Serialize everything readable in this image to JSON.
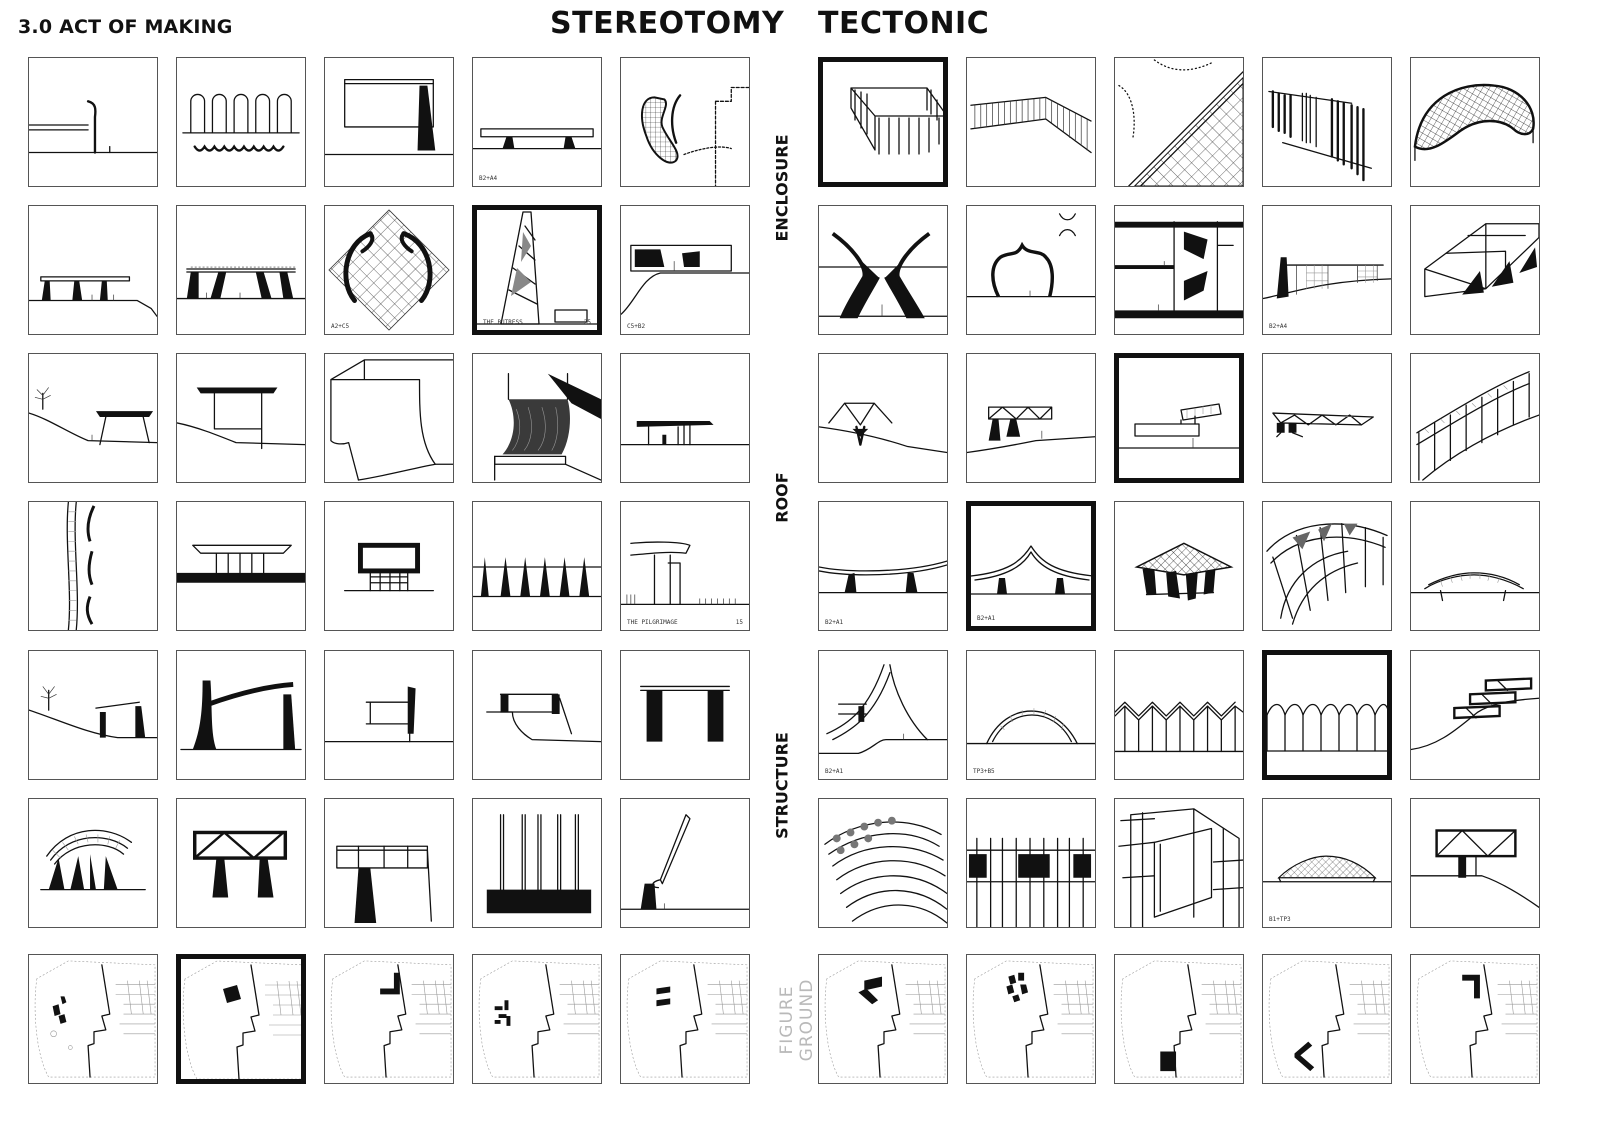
{
  "sheet": {
    "title": "3.0 ACT OF MAKING"
  },
  "columns": {
    "left_heading": "STEREOTOMY",
    "right_heading": "TECTONIC"
  },
  "row_labels": {
    "enclosure": "ENCLOSURE",
    "roof": "ROOF",
    "structure": "STRUCTURE",
    "figure_ground_line1": "FIGURE",
    "figure_ground_line2": "GROUND"
  },
  "captions": {
    "s_r1_c4": "B2+A4",
    "s_r2_c3": "A2+C5",
    "s_r2_c4": "THE BUTRESS",
    "s_r2_c4_page": "25",
    "s_r2_c5": "C5+B2",
    "t_r2_c4": "B2+A4",
    "s_r4_c5": "THE PILGRIMAGE",
    "s_r4_c5_page": "15",
    "t_r4_c1": "B2+A1",
    "t_r4_c2": "B2+A1",
    "t_r5_c1": "B2+A1",
    "t_r5_c2": "TP3+B5",
    "t_r6_c4": "B1+TP3"
  },
  "highlighted_tiles": [
    "s_r2_c4",
    "s_r7_c2",
    "t_r1_c1",
    "t_r3_c3",
    "t_r4_c2",
    "t_r5_c4"
  ]
}
